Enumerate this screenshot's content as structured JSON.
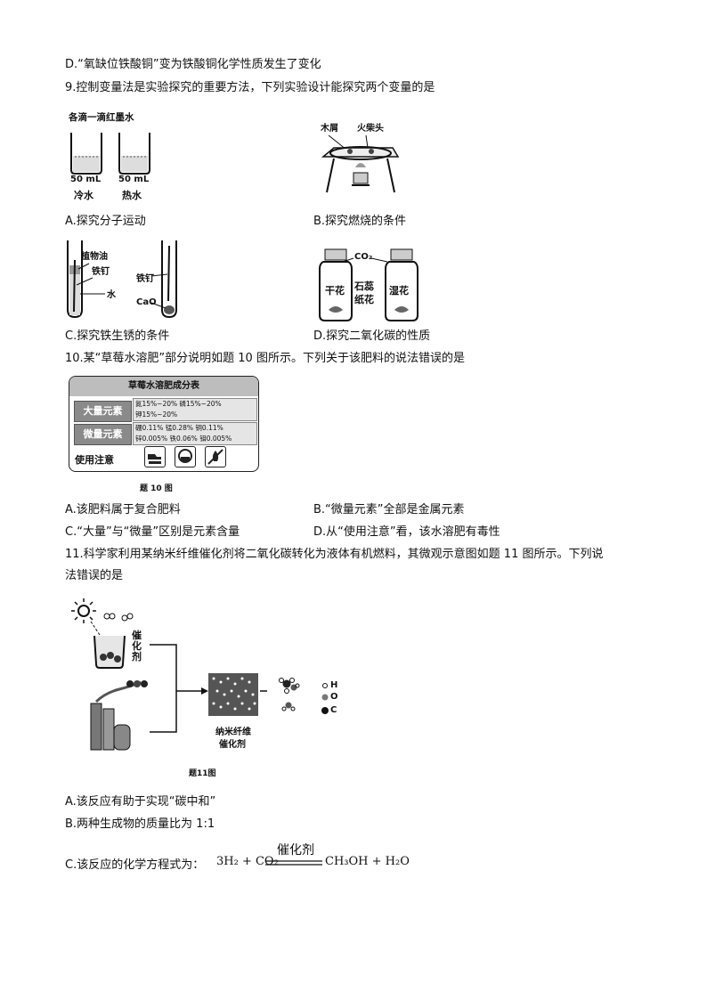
{
  "q8": {
    "optD": "D.“氧缺位铁酸铜”变为铁酸铜化学性质发生了变化"
  },
  "q9": {
    "stem": "9.控制变量法是实验探究的重要方法，下列实验设计能探究两个变量的是",
    "figA": {
      "title": "各滴一滴红墨水",
      "vol1": "50 mL",
      "vol2": "50 mL",
      "cold": "冷水",
      "hot": "热水"
    },
    "figB": {
      "wood": "木屑",
      "match": "火柴头"
    },
    "figC": {
      "oil": "植物油",
      "nail1": "铁钉",
      "nail2": "铁钉",
      "water": "水",
      "cao": "CaO"
    },
    "figD": {
      "co2": "CO₂",
      "dry": "干花",
      "litmus1": "石蕊",
      "litmus2": "纸花",
      "wet": "湿花"
    },
    "optA": "A.探究分子运动",
    "optB": "B.探究燃烧的条件",
    "optC": "C.探究铁生锈的条件",
    "optD": "D.探究二氧化碳的性质"
  },
  "q10": {
    "stem": "10.某“草莓水溶肥”部分说明如题 10 图所示。下列关于该肥料的说法错误的是",
    "table": {
      "title": "草莓水溶肥成分表",
      "macro_label": "大量元素",
      "macro_line1": "氮15%~20%  磷15%~20%",
      "macro_line2": "钾15%~20%",
      "micro_label": "微量元素",
      "micro_line1": "硼0.11%  锰0.28%  铜0.11%",
      "micro_line2": "锌0.005%  铁0.06%  钼0.005%",
      "notice_label": "使用注意"
    },
    "caption": "题 10 图",
    "optA": "A.该肥料属于复合肥料",
    "optB": "B.“微量元素”全部是金属元素",
    "optC": "C.“大量”与“微量”区别是元素含量",
    "optD": "D.从“使用注意”看，该水溶肥有毒性"
  },
  "q11": {
    "stem1": "11.科学家利用某纳米纤维催化剂将二氧化碳转化为液体有机燃料，其微观示意图如题 11 图所示。下列说",
    "stem2": "法错误的是",
    "fig": {
      "cat1": "催",
      "cat2": "化",
      "cat3": "剂",
      "nano1": "纳米纤维",
      "nano2": "催化剂",
      "legendH": "H",
      "legendO": "O",
      "legendC": "C"
    },
    "caption": "题11图",
    "optA": "A.该反应有助于实现“碳中和”",
    "optB": "B.两种生成物的质量比为 1:1",
    "optC_prefix": "C.该反应的化学方程式为：",
    "reactants": "3H₂ + CO₂",
    "catalyst": "催化剂",
    "products": "CH₃OH + H₂O"
  }
}
